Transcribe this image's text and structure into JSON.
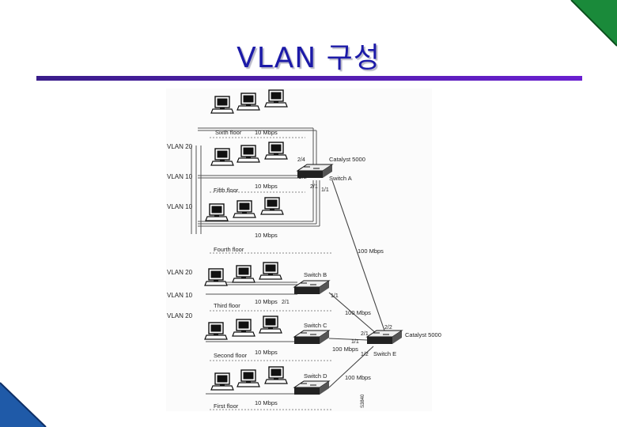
{
  "title": "VLAN 구성",
  "diagram": {
    "floors": [
      "Sixth floor",
      "Fifth floor",
      "Fourth floor",
      "Third floor",
      "Second floor",
      "First floor"
    ],
    "vlan_labels": [
      "VLAN 20",
      "VLAN 10",
      "VLAN 10",
      "VLAN 20",
      "VLAN 10",
      "VLAN 20"
    ],
    "speed_10": "10 Mbps",
    "speed_100": "100 Mbps",
    "switches": {
      "a": {
        "name": "Switch A",
        "model": "Catalyst 5000"
      },
      "b": {
        "name": "Switch B"
      },
      "c": {
        "name": "Switch C"
      },
      "d": {
        "name": "Switch D"
      },
      "e": {
        "name": "Switch E",
        "model": "Catalyst 5000"
      }
    },
    "ports": {
      "p24": "2/4",
      "p22": "2/2",
      "p21": "2/1",
      "p11": "1/1",
      "p23": "2/3",
      "p12": "1/2"
    },
    "figure_id": "S3840"
  },
  "colors": {
    "title": "#1c1aa8",
    "rule": "#4b1fae",
    "corner": "#1a8a3a",
    "corner_bl": "#1f5aa8"
  }
}
